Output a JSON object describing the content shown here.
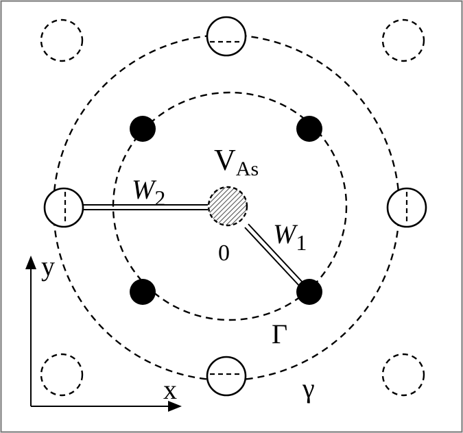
{
  "labels": {
    "vacancy_main": "V",
    "vacancy_sub": "As",
    "origin": "0",
    "w1_main": "W",
    "w1_sub": "1",
    "w2_main": "W",
    "w2_sub": "2",
    "gamma_upper": "Γ",
    "gamma_lower": "γ",
    "axis_x": "x",
    "axis_y": "y"
  },
  "colors": {
    "stroke": "#000000",
    "background": "#ffffff",
    "vacancy_fill": "#d0d0d0"
  }
}
